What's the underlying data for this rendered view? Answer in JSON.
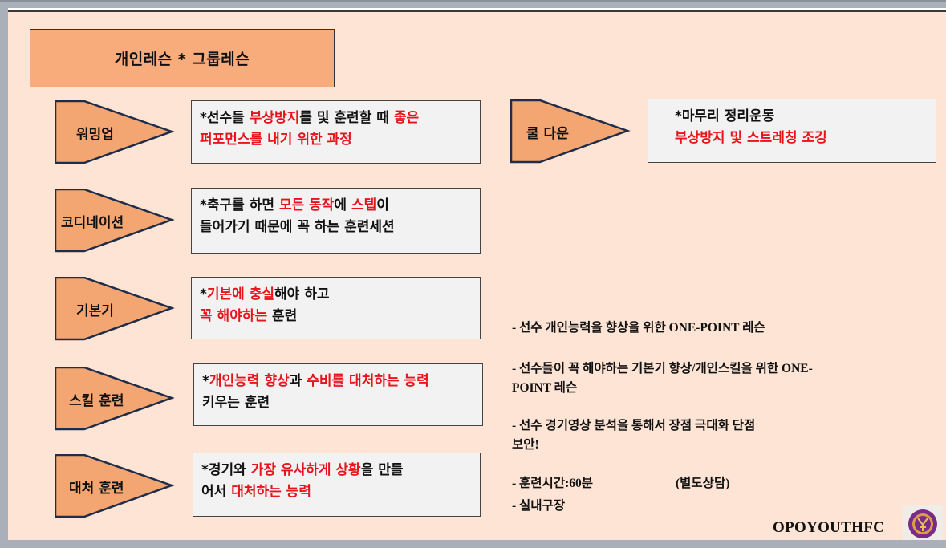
{
  "slide": {
    "title": "개인레슨 * 그룹레슨",
    "colors": {
      "background": "#fee4d4",
      "title_fill": "#f8ac7c",
      "pentagon_fill": "#f4a672",
      "pentagon_border": "#1f2d4a",
      "box_fill": "#f2f2f2",
      "highlight_red": "#e8141c",
      "frame_grey": "#a9b0ba"
    },
    "steps": [
      {
        "label": "워밍업",
        "lines": [
          [
            {
              "t": "*선수들 ",
              "red": false
            },
            {
              "t": "부상방지",
              "red": true
            },
            {
              "t": "를 및 훈련할 때 ",
              "red": false
            },
            {
              "t": "좋은",
              "red": true
            }
          ],
          [
            {
              "t": "퍼포먼스를 내기 위한 과정",
              "red": true
            }
          ]
        ]
      },
      {
        "label": "코디네이션",
        "lines": [
          [
            {
              "t": "*축구를 하면 ",
              "red": false
            },
            {
              "t": "모든 동작",
              "red": true
            },
            {
              "t": "에 ",
              "red": false
            },
            {
              "t": "스텝",
              "red": true
            },
            {
              "t": "이",
              "red": false
            }
          ],
          [
            {
              "t": "들어가기 때문에 꼭 하는 훈련세션",
              "red": false
            }
          ]
        ]
      },
      {
        "label": "기본기",
        "lines": [
          [
            {
              "t": "*",
              "red": false
            },
            {
              "t": "기본에 충실",
              "red": true
            },
            {
              "t": "해야 하고",
              "red": false
            }
          ],
          [
            {
              "t": "꼭 해야하는",
              "red": true
            },
            {
              "t": " 훈련",
              "red": false
            }
          ]
        ]
      },
      {
        "label": "스킬 훈련",
        "lines": [
          [
            {
              "t": "*",
              "red": false
            },
            {
              "t": "개인능력 향상",
              "red": true
            },
            {
              "t": "과 ",
              "red": false
            },
            {
              "t": "수비를 대처하는 능력",
              "red": true
            }
          ],
          [
            {
              "t": "키우는 훈련",
              "red": false
            }
          ]
        ]
      },
      {
        "label": "대처 훈련",
        "lines": [
          [
            {
              "t": "*경기와 ",
              "red": false
            },
            {
              "t": "가장 유사하게 상황",
              "red": true
            },
            {
              "t": "을 만들",
              "red": false
            }
          ],
          [
            {
              "t": "어서 ",
              "red": false
            },
            {
              "t": "대처하는 능력",
              "red": true
            }
          ]
        ]
      }
    ],
    "cooldown": {
      "label": "쿨 다운",
      "lines": [
        [
          {
            "t": "*마무리 정리운동",
            "red": false
          }
        ],
        [
          {
            "t": "부상방지 및 스트레칭 조깅",
            "red": true
          }
        ]
      ]
    },
    "notes": [
      "- 선수 개인능력을 향상을 위한 ONE-POINT 레슨",
      "- 선수들이 꼭 해야하는 기본기 향상/개인스킬을 위한 ONE-",
      "POINT 레슨",
      "- 선수 경기영상 분석을 통해서 장점 극대화 단점",
      "보안!",
      "- 훈련시간:60분",
      "(별도상담)",
      "- 실내구장"
    ],
    "brand": "OPOYOUTHFC",
    "logo_icon": "club-emblem-icon"
  }
}
